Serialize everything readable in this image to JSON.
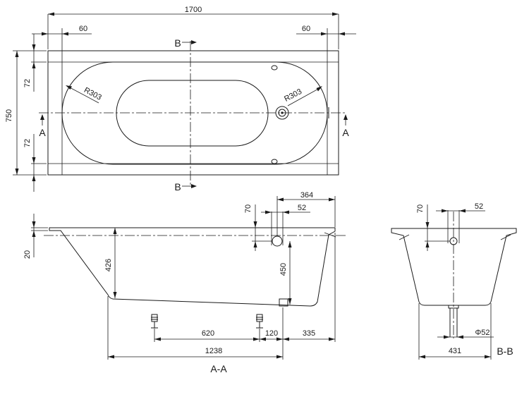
{
  "dimensions": {
    "overall_length": "1700",
    "rim_left": "60",
    "rim_right": "60",
    "overall_width": "750",
    "rim_top": "72",
    "rim_bottom": "72",
    "radius_left": "R303",
    "radius_right": "R303",
    "waste_offset": "364",
    "overflow_height": "70",
    "overflow_diameter": "52",
    "rim_thickness": "20",
    "depth_inner": "426",
    "overflow_to_waste": "450",
    "feet_spacing": "620",
    "foot_to_waste": "120",
    "waste_to_end": "335",
    "bottom_length": "1238",
    "side_overflow_height": "70",
    "side_overflow_diameter": "52",
    "waste_diameter": "Φ52",
    "bottom_width": "431"
  },
  "labels": {
    "section_b_top": "B",
    "section_b_bottom": "B",
    "section_a_left": "A",
    "section_a_right": "A",
    "section_aa": "A-A",
    "section_bb": "B-B"
  }
}
